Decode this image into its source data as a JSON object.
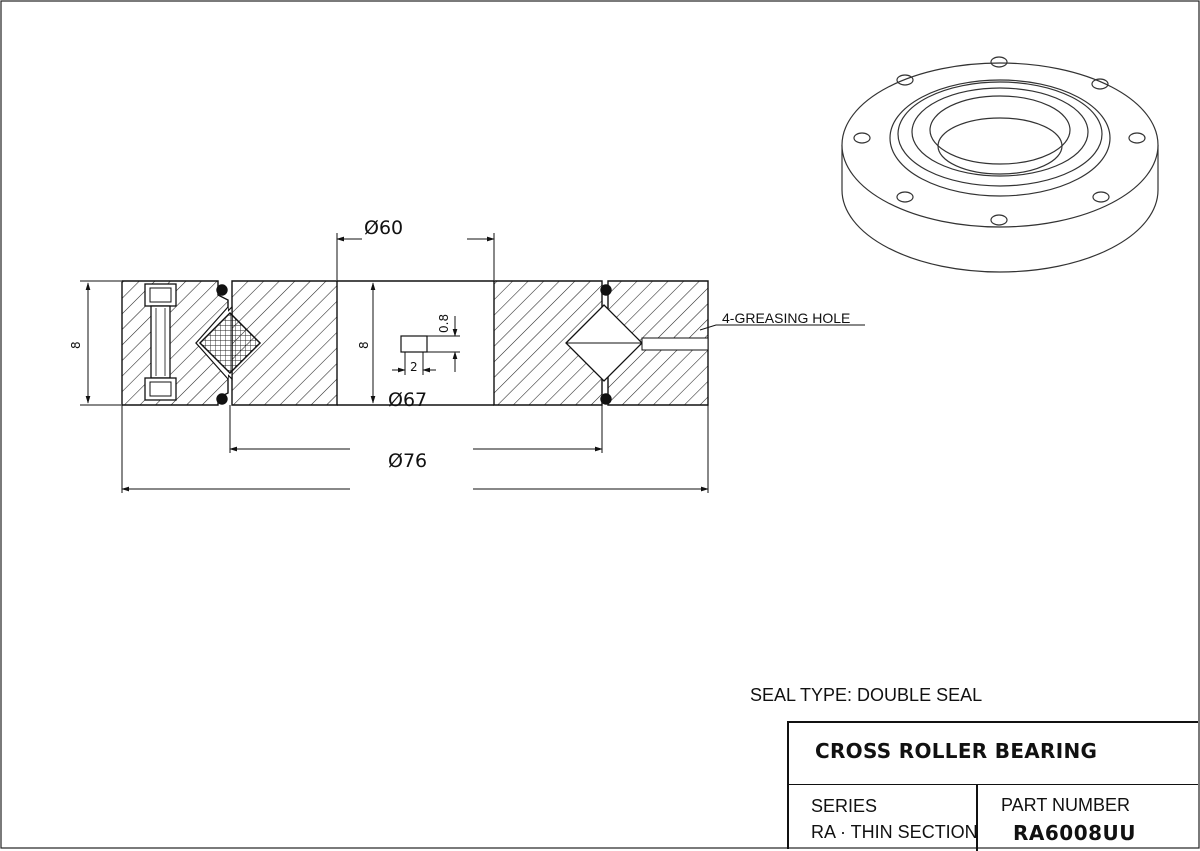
{
  "drawing": {
    "dimensions": {
      "bore": "Ø60",
      "inner_race": "Ø67",
      "outer_diameter": "Ø76",
      "height_left": "8",
      "height_center": "8",
      "hole_depth": "0.8",
      "hole_width": "2"
    },
    "callout": "4-GREASING HOLE"
  },
  "seal_type": "SEAL TYPE: DOUBLE SEAL",
  "title_block": {
    "title": "CROSS ROLLER BEARING",
    "series_label": "SERIES",
    "series_value": "RA · THIN SECTION",
    "part_number_label": "PART NUMBER",
    "part_number_value": "RA6008UU"
  }
}
